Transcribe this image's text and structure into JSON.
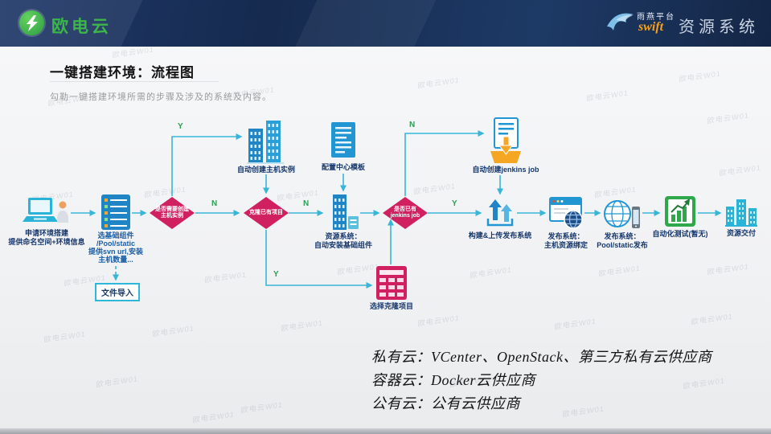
{
  "header": {
    "logo": "欧电云",
    "platform_cn": "雨燕平台",
    "platform_en": "swift",
    "system": "资源系统"
  },
  "page": {
    "title": "一键搭建环境：流程图",
    "subtitle": "勾勒一键搭建环境所需的步骤及涉及的系统及内容。"
  },
  "watermark": {
    "text": "欧电云W01"
  },
  "flow": {
    "y_label": "Y",
    "n_label": "N",
    "nodes": {
      "request": {
        "line1": "申请环境搭建",
        "line2": "提供命名空间+环境信息"
      },
      "select": {
        "line1": "选基础组件",
        "line2": "/Pool/static",
        "line3": "提供svn url,安装",
        "line4": "主机数量..."
      },
      "file_import": {
        "label": "文件导入"
      },
      "decision_host": {
        "line1": "是否需要创建",
        "line2": "主机实例"
      },
      "auto_host": {
        "label": "自动创建主机实例"
      },
      "config_center": {
        "label": "配置中心模板"
      },
      "decision_clone": {
        "line1": "克隆已有项目"
      },
      "resource_install": {
        "line1": "资源系统：",
        "line2": "自动安装基础组件"
      },
      "clone_select": {
        "label": "选择克隆项目"
      },
      "decision_jenkins": {
        "line1": "是否已有",
        "line2": "jenkins job"
      },
      "auto_jenkins": {
        "label": "自动创建jenkins job"
      },
      "build_upload": {
        "label": "构建&上传发布系统"
      },
      "publish_bind": {
        "line1": "发布系统：",
        "line2": "主机资源绑定"
      },
      "publish_pool": {
        "line1": "发布系统：",
        "line2": "Pool/static发布"
      },
      "auto_test": {
        "label": "自动化测试(暂无)"
      },
      "delivery": {
        "label": "资源交付"
      }
    }
  },
  "notes": {
    "line1": "私有云：VCenter、OpenStack、第三方私有云供应商",
    "line2": "容器云：Docker云供应商",
    "line3": "公有云：公有云供应商"
  },
  "colors": {
    "flow_line": "#38b6d8",
    "decision": "#d0205f",
    "icon_blue": "#1f85c5",
    "accent_orange": "#f5a623",
    "test_green": "#2fa84c",
    "logo_green": "#3cb54a"
  }
}
